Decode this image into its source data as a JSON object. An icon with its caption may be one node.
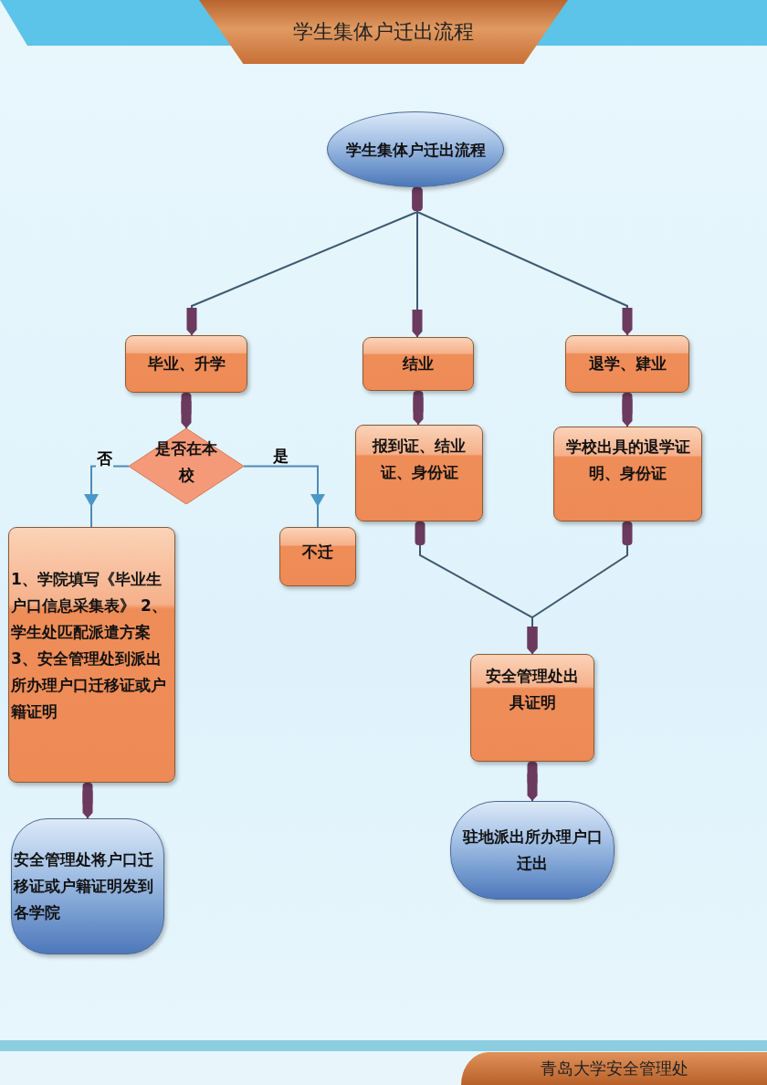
{
  "diagram": {
    "title": "学生集体户迁出流程",
    "nodes": [
      {
        "text": [
          "学生集体户迁出流程"
        ]
      },
      {
        "text": [
          "毕业、升学"
        ]
      },
      {
        "text": [
          "结业"
        ]
      },
      {
        "text": [
          "退学、肄业"
        ]
      },
      {
        "text": [
          "是否在本校"
        ]
      },
      {
        "text": [
          "报到证、结业证、身份证"
        ]
      },
      {
        "text": [
          "学校出具的退学证明、身份证"
        ]
      },
      {
        "text": [
          "1、学院填写《毕业生户口信息采集表》 2、学生处匹配派遣方案 3、安全管理处到派出所办理户口迁移证或户籍证明"
        ]
      },
      {
        "text": [
          "不迁"
        ]
      },
      {
        "text": [
          "安全管理处出具证明"
        ]
      },
      {
        "text": [
          "安全管理处将户口迁移证或户籍证明发到各学院"
        ]
      },
      {
        "text": [
          "驻地派出所办理户口迁出"
        ]
      }
    ],
    "edges": [
      {
        "from": 0,
        "to": 1,
        "arrow": "to"
      },
      {
        "from": 0,
        "to": 2,
        "arrow": "to"
      },
      {
        "from": 0,
        "to": 3,
        "arrow": "to"
      },
      {
        "from": 1,
        "to": 4,
        "arrow": "to"
      },
      {
        "from": 4,
        "to": 7,
        "arrow": "to",
        "label": "否",
        "color": "#4f8ab8"
      },
      {
        "from": 4,
        "to": 8,
        "arrow": "to",
        "label": "是",
        "color": "#4f8ab8"
      },
      {
        "from": 2,
        "to": 5,
        "arrow": "to"
      },
      {
        "from": 3,
        "to": 6,
        "arrow": "to"
      },
      {
        "from": 5,
        "to": 9,
        "arrow": "to"
      },
      {
        "from": 6,
        "to": 9,
        "arrow": "to"
      },
      {
        "from": 7,
        "to": 10,
        "arrow": "to"
      },
      {
        "from": 9,
        "to": 11,
        "arrow": "to"
      }
    ],
    "labels": [
      "青岛大学安全管理处"
    ]
  }
}
